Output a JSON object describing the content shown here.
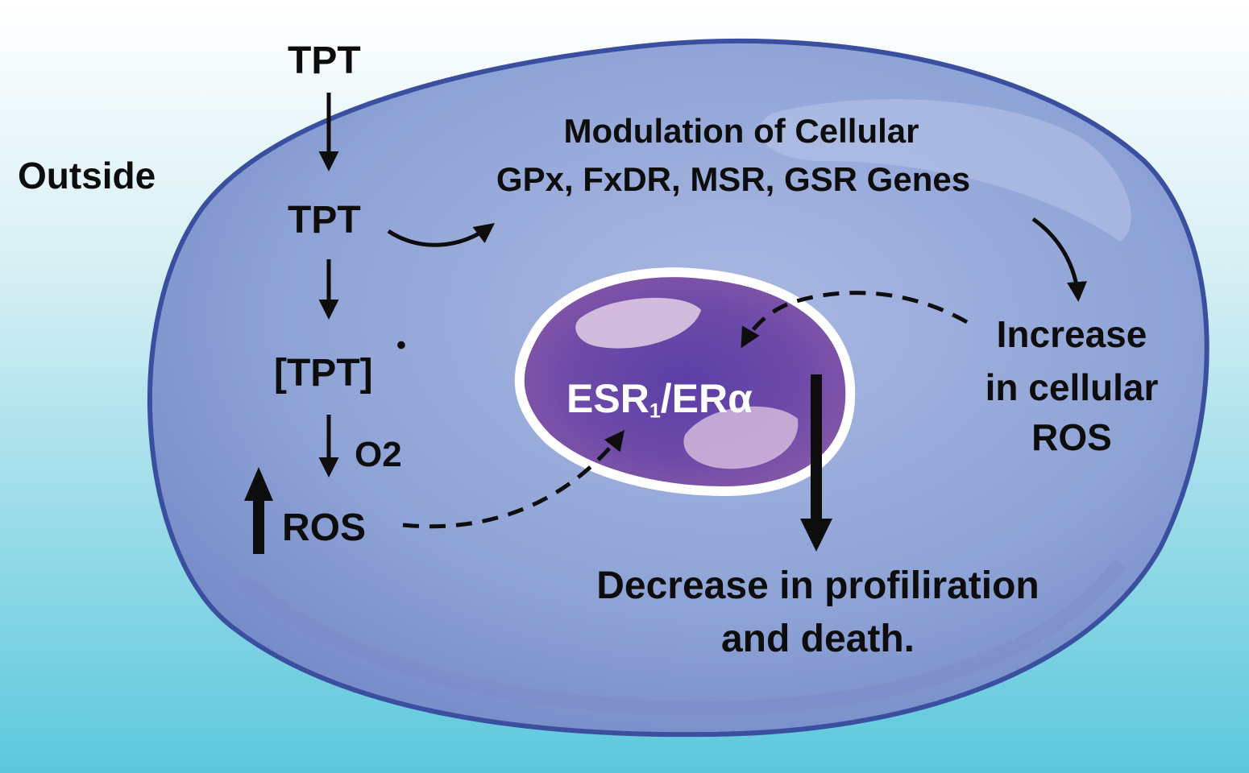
{
  "labels": {
    "tpt_outside": "TPT",
    "outside": "Outside",
    "tpt_inside": "TPT",
    "tpt_radical": "[TPT]",
    "radical_dot": "•",
    "o2": "O2",
    "ros_left": "ROS",
    "modulation_line1": "Modulation of Cellular",
    "modulation_line2": "GPx, FxDR, MSR, GSR Genes",
    "increase_line1": "Increase",
    "increase_line2": "in cellular",
    "increase_line3": "ROS",
    "nucleus_main": "ESR",
    "nucleus_sub": "1",
    "nucleus_tail": "/ERα",
    "decrease_line1": "Decrease in profiliration",
    "decrease_line2": "and death."
  },
  "colors": {
    "background_top": "#ffffff",
    "background_bottom": "#5cc8dc",
    "cell_fill": "#8ea3d6",
    "cell_border": "#3b4fa0",
    "nucleus_fill": "#6a4aa8",
    "nucleus_border": "#ffffff",
    "arrow": "#0d0d0d",
    "text": "#0d0d0d",
    "nucleus_text": "#ffffff"
  }
}
